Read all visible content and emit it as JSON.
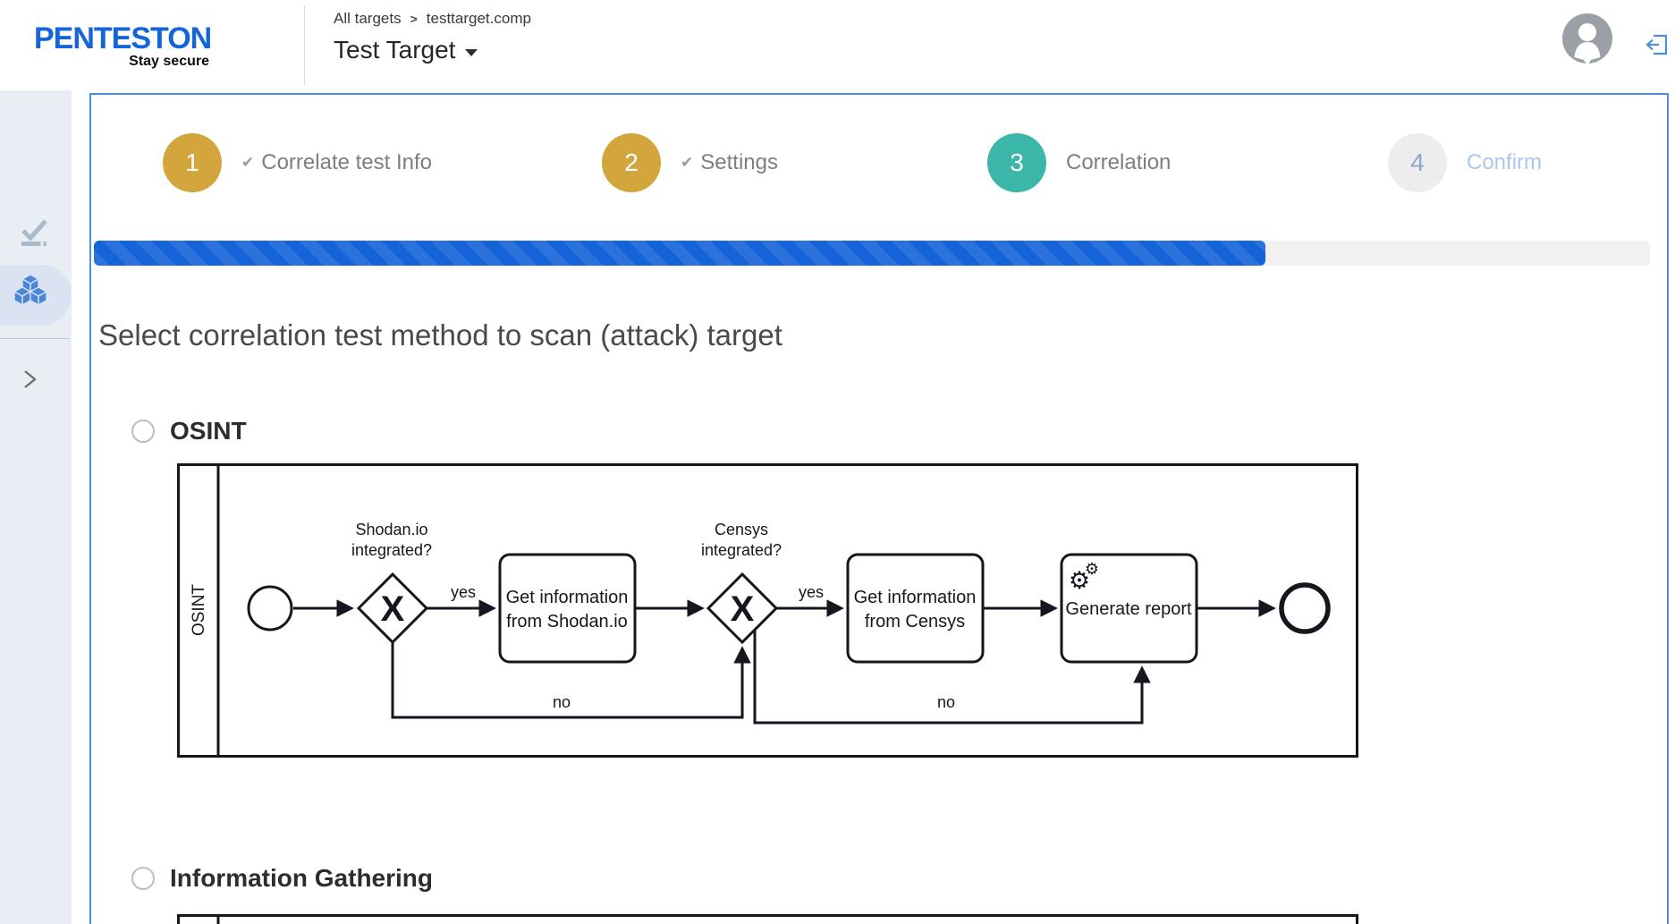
{
  "colors": {
    "brand_blue": "#1565d8",
    "card_border_blue": "#4a90d9",
    "progress_blue_dark": "#1563d8",
    "progress_blue_light": "#2b72dd",
    "step_done_gold": "#d2a63d",
    "step_active_teal": "#3bb7aa",
    "step_pending_gray": "#ededed",
    "sidebar_bg": "#e9edf4",
    "sidebar_icon_blue": "#4a86d8"
  },
  "header": {
    "logo": "PENTESTON",
    "tagline": "Stay secure",
    "breadcrumb": {
      "root": "All targets",
      "separator": ">",
      "current": "testtarget.comp"
    },
    "target_title": "Test Target"
  },
  "sidebar": {
    "items": [
      {
        "icon": "check-underline-icon",
        "active": false
      },
      {
        "icon": "cubes-icon",
        "active": true
      },
      {
        "icon": "chevron-right-icon",
        "active": false
      }
    ]
  },
  "wizard": {
    "steps": [
      {
        "num": "1",
        "check": "✔",
        "label": "Correlate test Info",
        "state": "done"
      },
      {
        "num": "2",
        "check": "✔",
        "label": "Settings",
        "state": "done"
      },
      {
        "num": "3",
        "check": "",
        "label": "Correlation",
        "state": "active"
      },
      {
        "num": "4",
        "check": "",
        "label": "Confirm",
        "state": "pending"
      }
    ],
    "progress_percent": 75
  },
  "page": {
    "heading": "Select correlation test method to scan (attack) target"
  },
  "methods": [
    {
      "label": "OSINT",
      "selected": false
    },
    {
      "label": "Information Gathering",
      "selected": false
    }
  ],
  "diagram": {
    "lane_label": "OSINT",
    "gateway_marker": "X",
    "gateways": [
      {
        "q1": "Shodan.io",
        "q2": "integrated?"
      },
      {
        "q1": "Censys",
        "q2": "integrated?"
      }
    ],
    "tasks": [
      {
        "l1": "Get information",
        "l2": "from Shodan.io"
      },
      {
        "l1": "Get information",
        "l2": "from Censys"
      },
      {
        "l1": "Generate report"
      }
    ],
    "labels": {
      "yes1": "yes",
      "yes2": "yes",
      "no1": "no",
      "no2": "no"
    }
  }
}
